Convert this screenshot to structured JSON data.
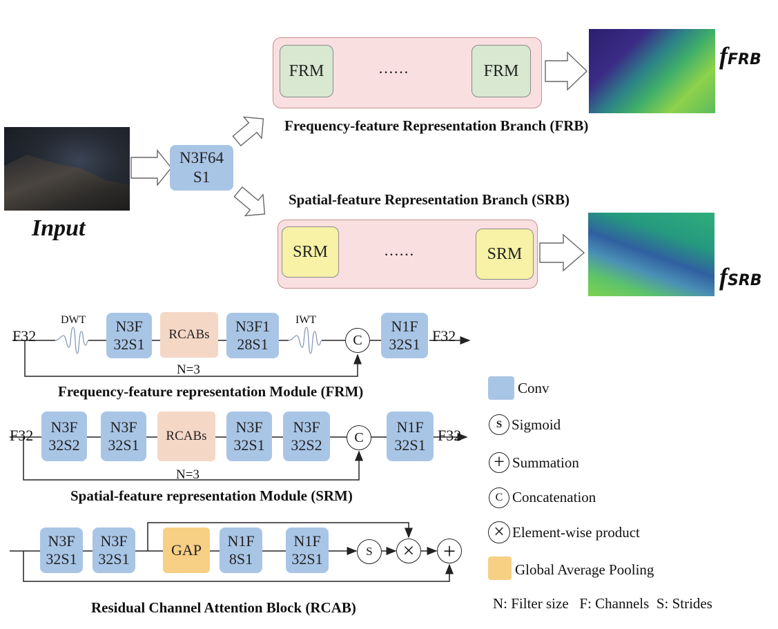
{
  "pipeline": {
    "input_label": "Input",
    "stem_label": "N3F64\nS1",
    "frb_caption": "Frequency-feature Representation Branch (FRB)",
    "srb_caption": "Spatial-feature Representation Branch (SRB)",
    "frm_label": "FRM",
    "srm_label": "SRM",
    "dots": "……",
    "f_frb_base": "f",
    "f_frb_sub": "FRB",
    "f_srb_base": "f",
    "f_srb_sub": "SRB"
  },
  "frm_module": {
    "caption": "Frequency-feature representation Module (FRM)",
    "in_label": "F32",
    "out_label": "F32",
    "dwt_label": "DWT",
    "iwt_label": "IWT",
    "conv1": "N3F\n32S1",
    "rcabs": "RCABs",
    "conv2": "N3F1\n28S1",
    "concat": "C",
    "conv3": "N1F\n32S1",
    "repeat": "N=3"
  },
  "srm_module": {
    "caption": "Spatial-feature representation Module (SRM)",
    "in_label": "F32",
    "out_label": "F32",
    "conv1": "N3F\n32S2",
    "conv2": "N3F\n32S1",
    "rcabs": "RCABs",
    "conv3": "N3F\n32S1",
    "conv4": "N3F\n32S2",
    "concat": "C",
    "conv5": "N1F\n32S1",
    "repeat": "N=3"
  },
  "rcab_module": {
    "caption": "Residual Channel Attention Block (RCAB)",
    "conv1": "N3F\n32S1",
    "conv2": "N3F\n32S1",
    "gap": "GAP",
    "conv3": "N1F\n8S1",
    "conv4": "N1F\n32S1",
    "sigmoid": "S",
    "product": "×",
    "sum": "+"
  },
  "legend": {
    "conv": "Conv",
    "sigmoid_symbol": "S",
    "sigmoid": "Sigmoid",
    "summation_symbol": "+",
    "summation": "Summation",
    "concat_symbol": "C",
    "concatenation": "Concatenation",
    "product_symbol": "×",
    "product": "Element-wise product",
    "gap": "Global Average Pooling",
    "footnote": "N: Filter size   F: Channels  S: Strides"
  },
  "colors": {
    "conv": "#a9c5e6",
    "rcabs": "#f5d7c6",
    "gap": "#f7cf85",
    "frm_panel": "#deebd6",
    "srm_panel": "#f8f3a8",
    "rcab_panel": "#f7dbc8",
    "branch": "#f9dfe0"
  }
}
